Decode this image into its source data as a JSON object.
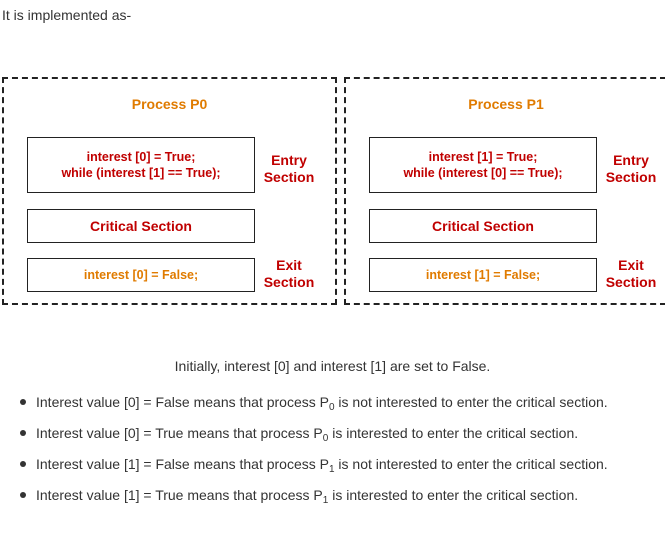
{
  "intro": "It is implemented as-",
  "colors": {
    "accent_orange": "#e07b00",
    "text_red": "#c00000",
    "border": "#222222"
  },
  "processes": [
    {
      "title": "Process P0",
      "entry_lines": [
        "interest [0] = True;",
        "while (interest [1] == True);"
      ],
      "entry_label": [
        "Entry",
        "Section"
      ],
      "critical": "Critical Section",
      "exit_line": "interest [0] = False;",
      "exit_label": [
        "Exit",
        "Section"
      ]
    },
    {
      "title": "Process P1",
      "entry_lines": [
        "interest [1] = True;",
        "while (interest [0] == True);"
      ],
      "entry_label": [
        "Entry",
        "Section"
      ],
      "critical": "Critical Section",
      "exit_line": "interest [1] = False;",
      "exit_label": [
        "Exit",
        "Section"
      ]
    }
  ],
  "note": "Initially, interest [0] and interest [1] are set to False.",
  "points": [
    {
      "before": "Interest value [0] = False means that process P",
      "sub": "0",
      "after": " is not interested to enter the critical section."
    },
    {
      "before": "Interest value [0] = True means that process P",
      "sub": "0",
      "after": " is interested to enter the critical section."
    },
    {
      "before": "Interest value [1] = False means that process P",
      "sub": "1",
      "after": " is not interested to enter the critical section."
    },
    {
      "before": "Interest value [1] = True means that process P",
      "sub": "1",
      "after": " is interested to enter the critical section."
    }
  ]
}
